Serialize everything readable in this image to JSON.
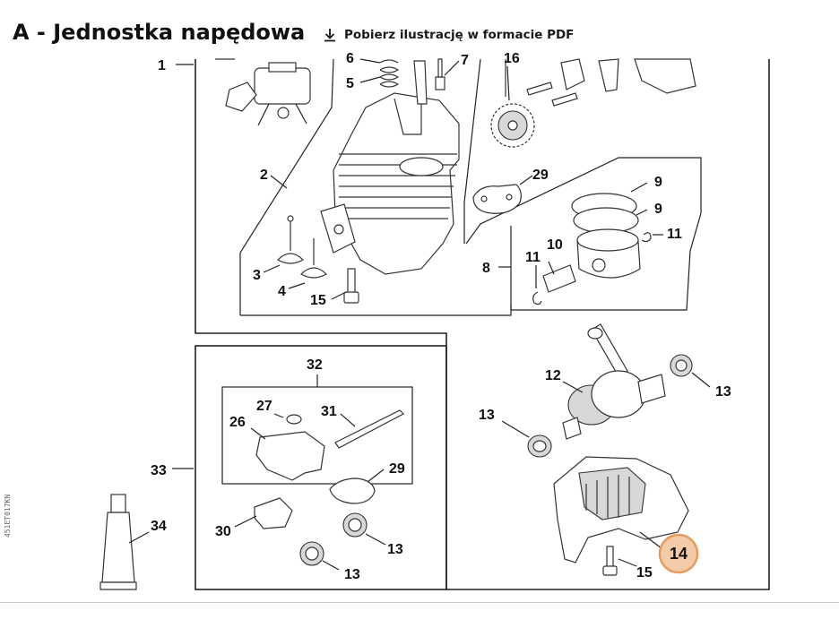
{
  "header": {
    "title": "A - Jednostka napędowa",
    "download_label": "Pobierz ilustrację w formacie PDF",
    "download_icon": "download-icon"
  },
  "diagram": {
    "labels": {
      "p1": "1",
      "p2": "2",
      "p3": "3",
      "p4": "4",
      "p5": "5",
      "p6": "6",
      "p7": "7",
      "p8": "8",
      "p9a": "9",
      "p9b": "9",
      "p10": "10",
      "p11a": "11",
      "p11b": "11",
      "p12": "12",
      "p13a": "13",
      "p13b": "13",
      "p13c": "13",
      "p13d": "13",
      "p14": "14",
      "p15a": "15",
      "p15b": "15",
      "p16": "16",
      "p26": "26",
      "p27": "27",
      "p29a": "29",
      "p29b": "29",
      "p30": "30",
      "p31": "31",
      "p32": "32",
      "p33": "33",
      "p34": "34"
    },
    "highlighted_part": "14",
    "highlight_color": "#f3cba8",
    "highlight_border": "#e79a5c"
  },
  "margin_code": "451ET017KN"
}
